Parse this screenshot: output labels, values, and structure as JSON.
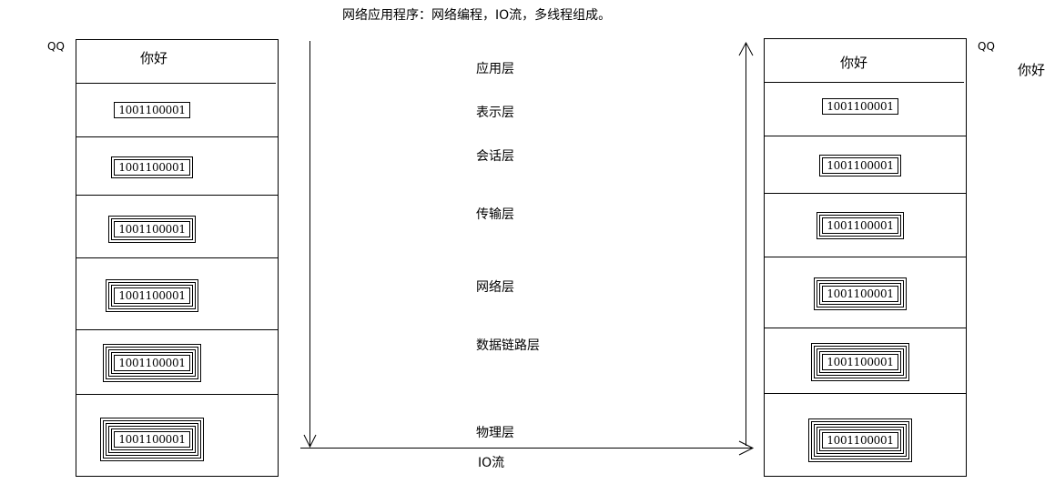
{
  "title": "网络应用程序：网络编程，IO流，多线程组成。",
  "left_stack": {
    "app_label": "QQ",
    "message": "你好"
  },
  "right_stack": {
    "app_label": "QQ",
    "message": "你好"
  },
  "received_message": "你好",
  "packet_bits": "1001100001",
  "layers": [
    "应用层",
    "表示层",
    "会话层",
    "传输层",
    "网络层",
    "数据链路层",
    "物理层"
  ],
  "bottom_label": "IO流",
  "left_packets": [
    {
      "wraps": 1
    },
    {
      "wraps": 2
    },
    {
      "wraps": 3
    },
    {
      "wraps": 4
    },
    {
      "wraps": 5
    },
    {
      "wraps": 6
    }
  ],
  "right_packets": [
    {
      "wraps": 1
    },
    {
      "wraps": 2
    },
    {
      "wraps": 3
    },
    {
      "wraps": 4
    },
    {
      "wraps": 5
    },
    {
      "wraps": 6
    }
  ]
}
